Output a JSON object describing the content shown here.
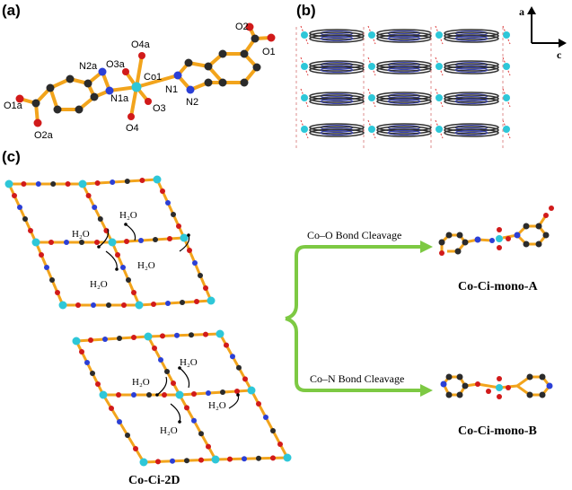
{
  "panels": {
    "a": "(a)",
    "b": "(b)",
    "c": "(c)"
  },
  "panel_a_labels": {
    "o4a": "O4a",
    "o3a": "O3a",
    "co1": "Co1",
    "n2a": "N2a",
    "n1a": "N1a",
    "o1a": "O1a",
    "o2a": "O2a",
    "o3": "O3",
    "o4": "O4",
    "n1": "N1",
    "n2": "N2",
    "o2": "O2",
    "o1": "O1"
  },
  "axes_b": {
    "a": "a",
    "c": "c"
  },
  "panel_c": {
    "water": "H₂O",
    "co_o_caption": "Co–O Bond Cleavage",
    "co_n_caption": "Co–N Bond Cleavage",
    "mono_a": "Co-Ci-mono-A",
    "mono_b": "Co-Ci-mono-B",
    "framework": "Co-Ci-2D"
  },
  "colors": {
    "bond": "#f2a41c",
    "carbon": "#2b2b2b",
    "nitrogen": "#2b3fd6",
    "oxygen": "#d11a1a",
    "cobalt": "#2ec7d8",
    "arrow": "#7dc943"
  }
}
